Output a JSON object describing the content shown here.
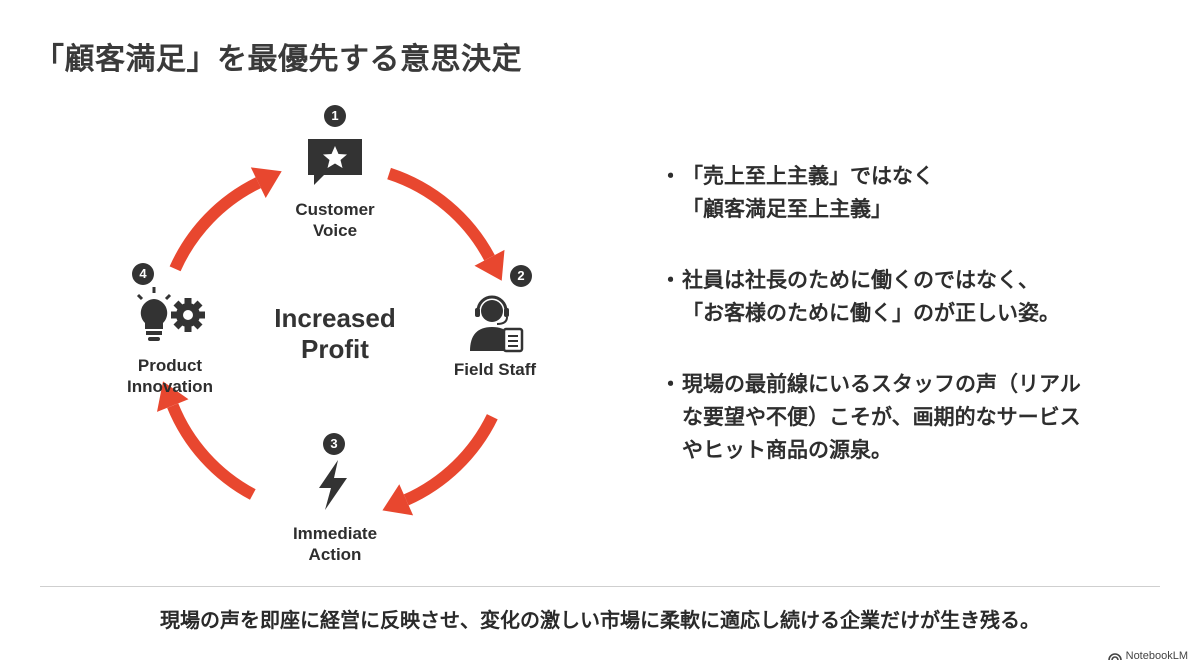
{
  "title": "「顧客満足」を最優先する意思決定",
  "cycle": {
    "center": {
      "line1": "Increased",
      "line2": "Profit"
    },
    "nodes": [
      {
        "number": "1",
        "line1": "Customer",
        "line2": "Voice",
        "icon": "speech-bubble-star-icon"
      },
      {
        "number": "2",
        "line1": "Field Staff",
        "line2": "",
        "icon": "headset-staff-icon"
      },
      {
        "number": "3",
        "line1": "Immediate",
        "line2": "Action",
        "icon": "lightning-bolt-icon"
      },
      {
        "number": "4",
        "line1": "Product",
        "line2": "Innovation",
        "icon": "lightbulb-gear-icon"
      }
    ],
    "arrow_color": "#e8472f"
  },
  "bullets": [
    {
      "marker": "・",
      "lines": [
        "「売上至上主義」ではなく",
        "「顧客満足至上主義」"
      ]
    },
    {
      "marker": "・",
      "lines": [
        "社員は社長のために働くのではなく、",
        "「お客様のために働く」のが正しい姿。"
      ]
    },
    {
      "marker": "・",
      "lines": [
        "現場の最前線にいるスタッフの声（リアル",
        "な要望や不便）こそが、画期的なサービス",
        "やヒット商品の源泉。"
      ]
    }
  ],
  "footer": "現場の声を即座に経営に反映させ、変化の激しい市場に柔軟に適応し続ける企業だけが生き残る。",
  "brand": {
    "label": "NotebookLM",
    "icon": "notebooklm-logo-icon"
  }
}
